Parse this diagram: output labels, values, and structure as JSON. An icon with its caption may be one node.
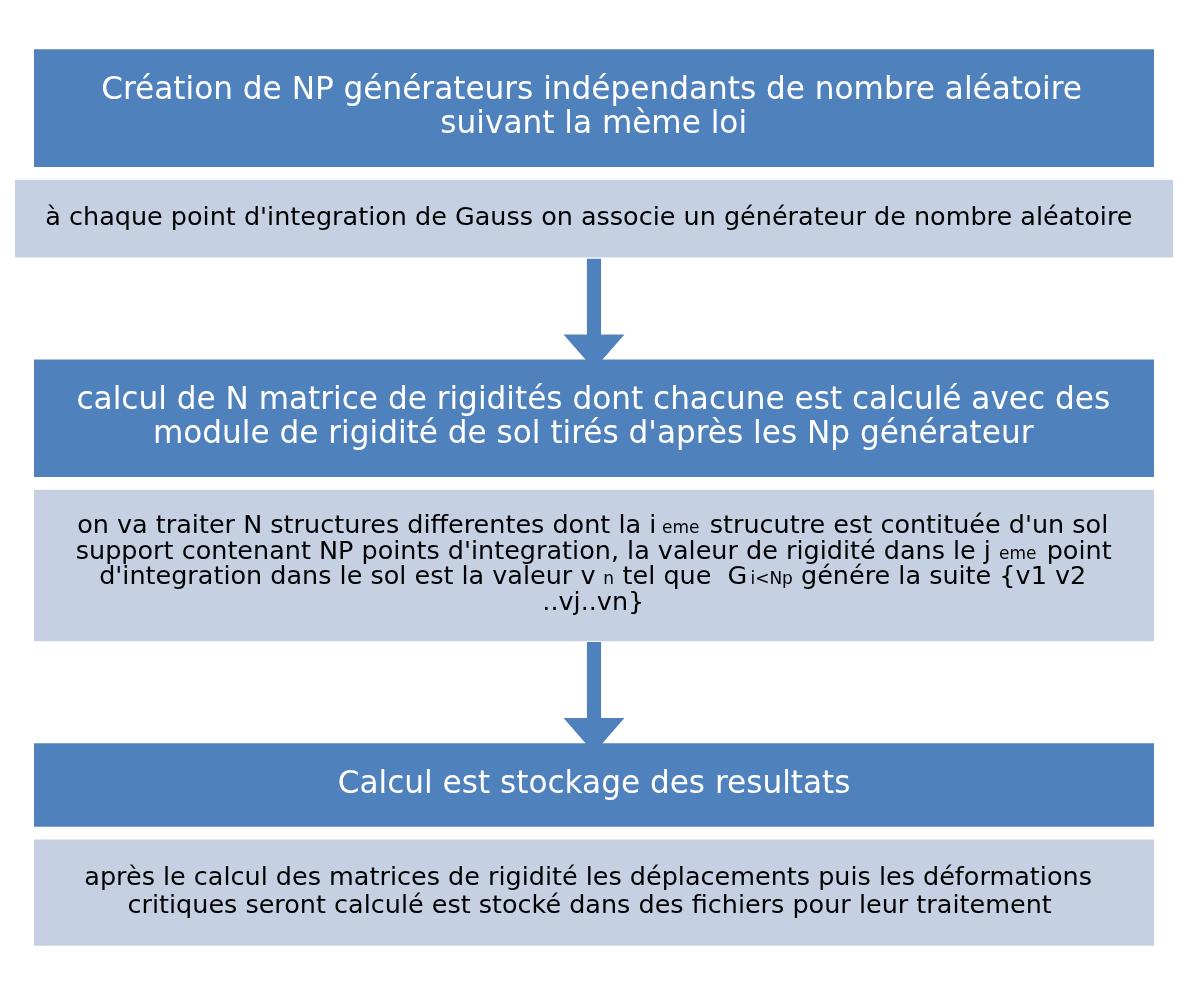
{
  "diagram": {
    "nodes": [
      {
        "text": [
          "Création de NP générateurs indépendants de nombre aléatoire suivant la mème loi"
        ]
      },
      {
        "text": [
          "à chaque point d'integration de Gauss on associe un générateur de nombre aléatoire"
        ]
      },
      {
        "text": [
          "calcul de N matrice de rigidités dont chacune est calculé avec des module de rigidité de sol tirés d'après les Np générateur"
        ]
      },
      {
        "text": [
          "on va traiter N structures differentes dont la i$^{eme}$ strucutre est contituée d'un sol support contenant NP points d'integration, la valeur de rigidité dans le j$^{eme}$ point d'integration dans le sol est la valeur v$_{n}$ tel que  G$_{i<Np}$ génére la suite {v1 v2 ..vj..vn}"
        ]
      },
      {
        "text": [
          "Calcul est stockage des resultats"
        ]
      },
      {
        "text": [
          "après le calcul des matrices de rigidité les déplacements puis les déformations critiques seront calculé est stocké dans des fichiers pour leur traitement"
        ]
      }
    ],
    "edges": [
      {
        "from": 1,
        "to": 2,
        "arrow": "to"
      },
      {
        "from": 3,
        "to": 4,
        "arrow": "to"
      }
    ]
  }
}
